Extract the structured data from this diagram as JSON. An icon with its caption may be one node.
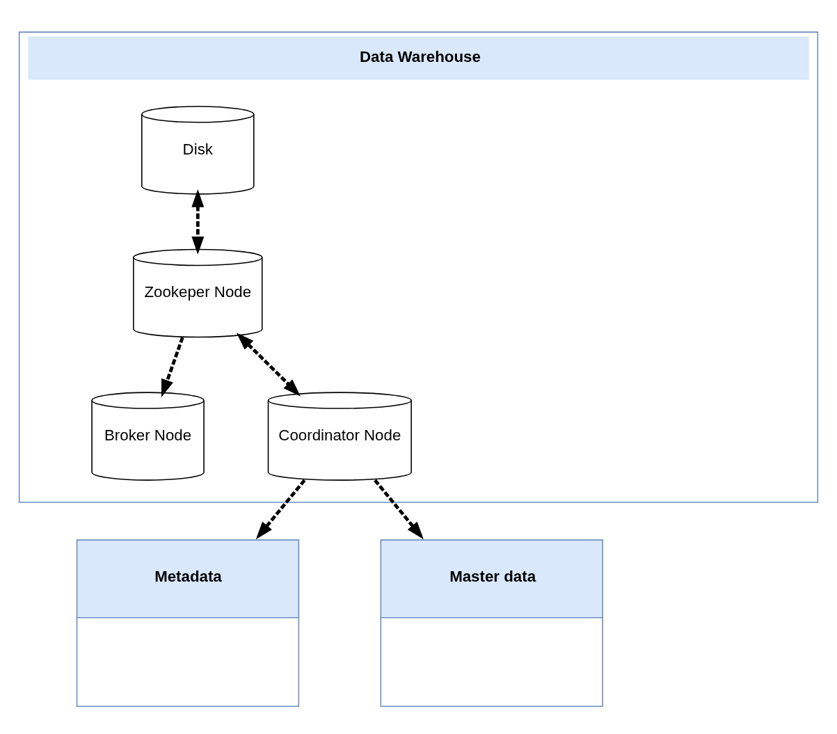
{
  "diagram": {
    "nodes": [
      {
        "text": [
          "Data Warehouse"
        ]
      },
      {
        "text": [
          "Disk"
        ],
        "in": 0
      },
      {
        "text": [
          "Zookeper Node"
        ],
        "in": 0
      },
      {
        "text": [
          "Broker Node"
        ],
        "in": 0
      },
      {
        "text": [
          "Coordinator Node"
        ],
        "in": 0
      },
      {
        "text": [
          "Metadata"
        ]
      },
      {
        "text": [
          "Master data"
        ]
      }
    ],
    "edges": [
      {
        "from": 1,
        "to": 2,
        "arrow": "both",
        "style": "dashed"
      },
      {
        "from": 2,
        "to": 3,
        "arrow": "to",
        "style": "dashed"
      },
      {
        "from": 2,
        "to": 4,
        "arrow": "both",
        "style": "dashed"
      },
      {
        "from": 4,
        "to": 5,
        "arrow": "to",
        "style": "dashed"
      },
      {
        "from": 4,
        "to": 6,
        "arrow": "to",
        "style": "dashed"
      }
    ]
  }
}
